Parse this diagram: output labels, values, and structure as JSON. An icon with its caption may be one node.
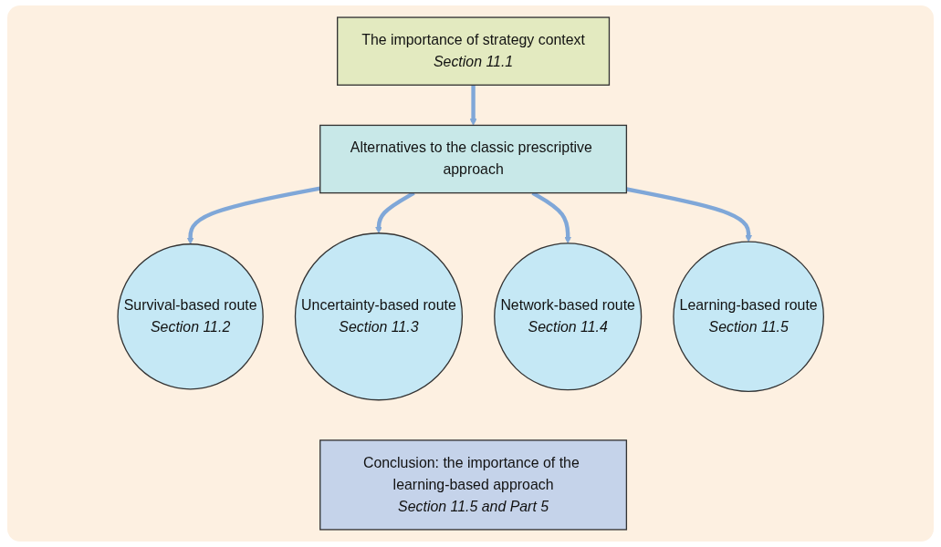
{
  "diagram": {
    "nodes": [
      {
        "text": [
          "The importance of strategy context",
          "Section 11.1"
        ]
      },
      {
        "text": [
          "Alternatives to the classic prescriptive approach"
        ]
      },
      {
        "text": [
          "Survival-based route",
          "Section 11.2"
        ]
      },
      {
        "text": [
          "Uncertainty-based route",
          "Section 11.3"
        ]
      },
      {
        "text": [
          "Network-based route",
          "Section 11.4"
        ]
      },
      {
        "text": [
          "Learning-based route",
          "Section 11.5"
        ]
      },
      {
        "text": [
          "Conclusion: the importance of the learning-based approach",
          "Section 11.5 and Part 5"
        ]
      }
    ],
    "edges": [
      {
        "from": 0,
        "to": 1,
        "arrow": "to"
      },
      {
        "from": 1,
        "to": 2,
        "arrow": "to"
      },
      {
        "from": 1,
        "to": 3,
        "arrow": "to"
      },
      {
        "from": 1,
        "to": 4,
        "arrow": "to"
      },
      {
        "from": 1,
        "to": 5,
        "arrow": "to"
      }
    ]
  }
}
